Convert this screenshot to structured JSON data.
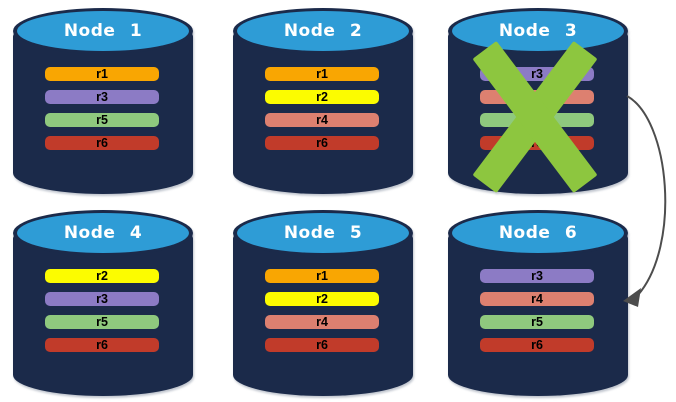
{
  "colors": {
    "background": "#FFFFFF",
    "cylinder_body": "#1B2A4A",
    "cylinder_top": "#2E9CD6",
    "node_title_text": "#FFFFFF",
    "replica_label_text": "#000000",
    "failure_x": "#8DC63F",
    "arrow": "#4D4D4D"
  },
  "nodes": [
    {
      "label": "Node 1",
      "failed": false,
      "replicas": [
        {
          "label": "r1",
          "color": "#F9A602"
        },
        {
          "label": "r3",
          "color": "#8C7BC5"
        },
        {
          "label": "r5",
          "color": "#8FC97E"
        },
        {
          "label": "r6",
          "color": "#C13B2A"
        }
      ]
    },
    {
      "label": "Node 2",
      "failed": false,
      "replicas": [
        {
          "label": "r1",
          "color": "#F9A602"
        },
        {
          "label": "r2",
          "color": "#FCFC00"
        },
        {
          "label": "r4",
          "color": "#DD8070"
        },
        {
          "label": "r6",
          "color": "#C13B2A"
        }
      ]
    },
    {
      "label": "Node 3",
      "failed": true,
      "replicas": [
        {
          "label": "r3",
          "color": "#8C7BC5"
        },
        {
          "label": "r4",
          "color": "#DD8070"
        },
        {
          "label": "r5",
          "color": "#8FC97E"
        },
        {
          "label": "r6",
          "color": "#C13B2A"
        }
      ]
    },
    {
      "label": "Node 4",
      "failed": false,
      "replicas": [
        {
          "label": "r2",
          "color": "#FCFC00"
        },
        {
          "label": "r3",
          "color": "#8C7BC5"
        },
        {
          "label": "r5",
          "color": "#8FC97E"
        },
        {
          "label": "r6",
          "color": "#C13B2A"
        }
      ]
    },
    {
      "label": "Node 5",
      "failed": false,
      "replicas": [
        {
          "label": "r1",
          "color": "#F9A602"
        },
        {
          "label": "r2",
          "color": "#FCFC00"
        },
        {
          "label": "r4",
          "color": "#DD8070"
        },
        {
          "label": "r6",
          "color": "#C13B2A"
        }
      ]
    },
    {
      "label": "Node 6",
      "failed": false,
      "replicas": [
        {
          "label": "r3",
          "color": "#8C7BC5"
        },
        {
          "label": "r4",
          "color": "#DD8070"
        },
        {
          "label": "r5",
          "color": "#8FC97E"
        },
        {
          "label": "r6",
          "color": "#C13B2A"
        }
      ]
    }
  ],
  "arrow": {
    "from": "Node 3",
    "to": "Node 6",
    "color": "#4D4D4D"
  }
}
